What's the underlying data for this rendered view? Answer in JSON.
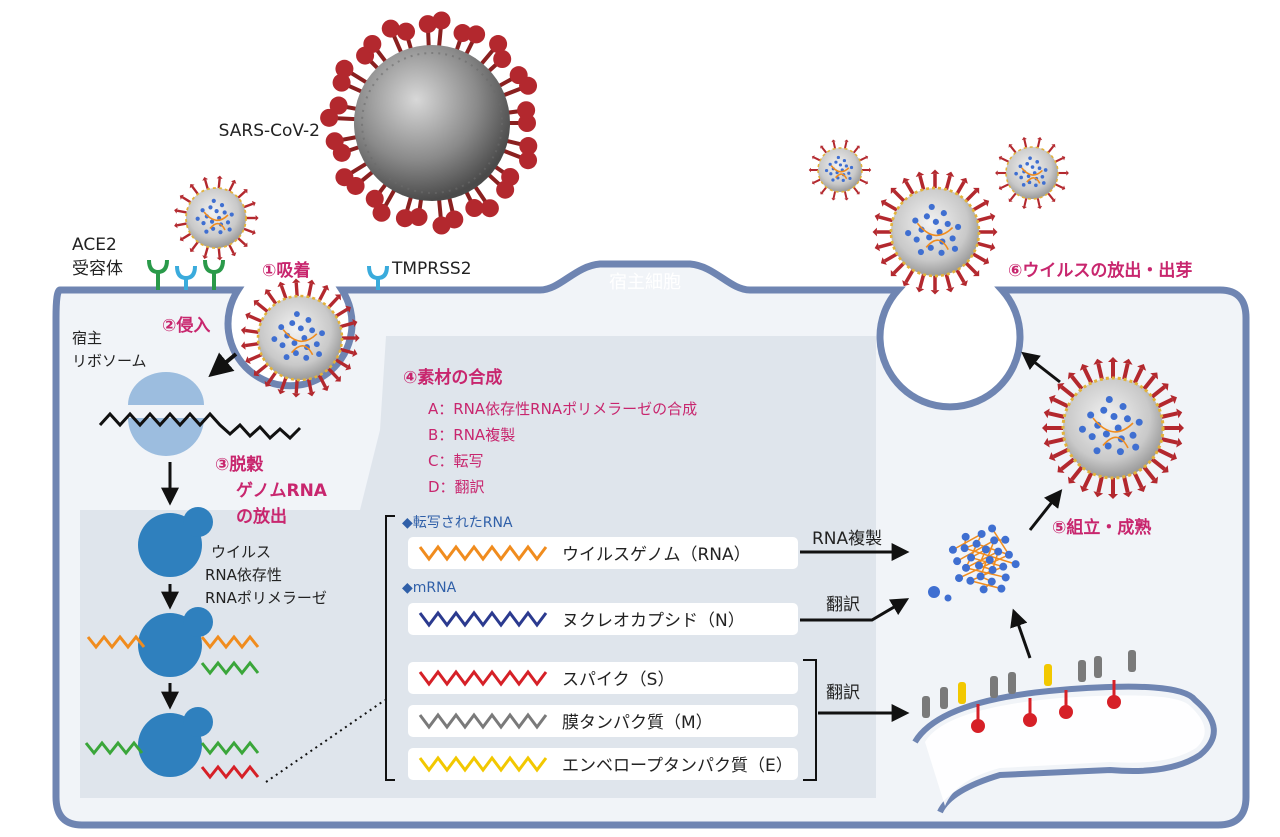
{
  "labels": {
    "sars": "SARS-CoV-2",
    "ace2_line1": "ACE2",
    "ace2_line2": "受容体",
    "tmprss2": "TMPRSS2",
    "host_cell": "宿主細胞",
    "ribosome_line1": "宿主",
    "ribosome_line2": "リボソーム",
    "polymerase_line1": "ウイルス",
    "polymerase_line2": "RNA依存性",
    "polymerase_line3": "RNAポリメラーゼ",
    "rna_replication": "RNA複製",
    "translation_1": "翻訳",
    "translation_2": "翻訳"
  },
  "steps": {
    "s1": "①吸着",
    "s2": "②侵入",
    "s3_line1": "③脱穀",
    "s3_line2": "ゲノムRNA",
    "s3_line3": "の放出",
    "s4_title": "④素材の合成",
    "s4_a": "A：RNA依存性RNAポリメラーゼの合成",
    "s4_b": "B：RNA複製",
    "s4_c": "C：転写",
    "s4_d": "D：翻訳",
    "s5": "⑤組立・成熟",
    "s6": "⑥ウイルスの放出・出芽"
  },
  "rna_panel": {
    "transcribed_header": "◆転写されたRNA",
    "mrna_header": "◆mRNA",
    "genome": "ウイルスゲノム（RNA）",
    "nucleocapsid": "ヌクレオカプシド（N）",
    "spike": "スパイク（S）",
    "membrane": "膜タンパク質（M）",
    "envelope": "エンベロープタンパク質（E）"
  },
  "colors": {
    "cell_border": "#6f85b2",
    "cell_fill": "#f1f4f8",
    "inner_fill": "#dfe5ec",
    "magenta": "#c8266e",
    "polymerase": "#2f80be",
    "ribosome": "#9cbddf",
    "receptor_green": "#2a9a4a",
    "receptor_cyan": "#3aabdc",
    "wave_orange": "#f08c1e",
    "wave_navy": "#2b3a8f",
    "wave_red": "#d62027",
    "wave_gray": "#7a7a7a",
    "wave_yellow": "#f2c800",
    "wave_green": "#3aa63a",
    "spike_red": "#b3282e"
  }
}
